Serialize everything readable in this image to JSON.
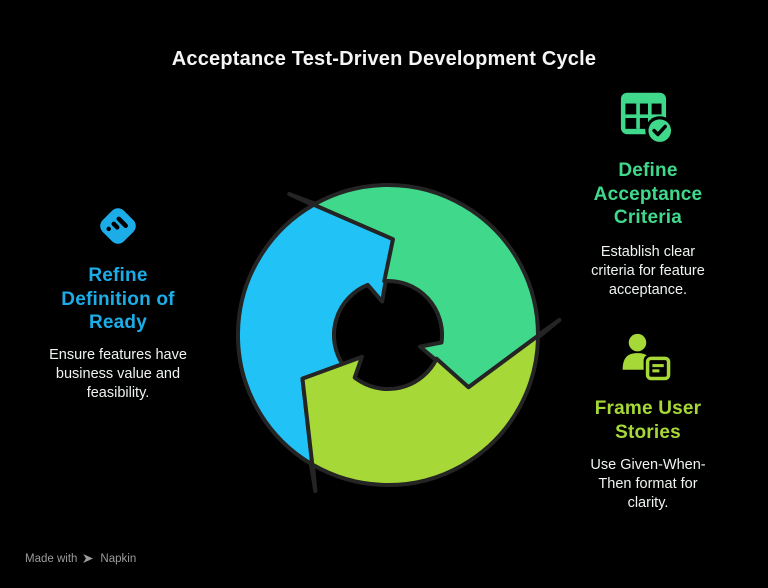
{
  "title": "Acceptance Test-Driven Development Cycle",
  "palette": {
    "background": "#000000",
    "blue": "#1CADE8",
    "blue_arrow": "#21C3F7",
    "green": "#40D98C",
    "lime": "#A6D838",
    "text": "#EFF4F0",
    "title": "#F5F5F5",
    "outline": "#242424",
    "gray": "#9B9B9B"
  },
  "cycle": {
    "type": "circular-cycle",
    "direction": "clockwise",
    "steps": 3,
    "arrow_colors": [
      "#21C3F7",
      "#40D98C",
      "#A6D838"
    ]
  },
  "sections": {
    "refine_definition_of_ready": {
      "title": "Refine\nDefinition of\nReady",
      "description": "Ensure features have\nbusiness value and\nfeasibility.",
      "icon": "pen-diamond-icon",
      "color": "#1CADE8"
    },
    "define_acceptance_criteria": {
      "title": "Define\nAcceptance\nCriteria",
      "description": "Establish clear\ncriteria for feature\nacceptance.",
      "icon": "table-check-icon",
      "color": "#40D98C"
    },
    "frame_user_stories": {
      "title": "Frame User\nStories",
      "description": "Use Given-When-\nThen format for\nclarity.",
      "icon": "user-story-icon",
      "color": "#A6D838"
    }
  },
  "watermark": {
    "prefix": "Made with",
    "brand": "Napkin"
  }
}
